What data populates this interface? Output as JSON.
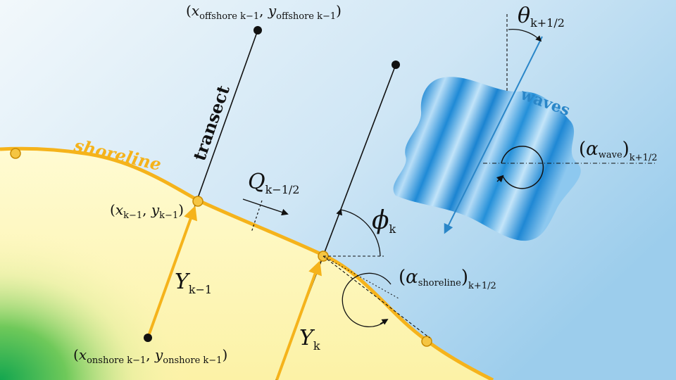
{
  "labels": {
    "shoreline": "shoreline",
    "transect": "transect",
    "waves": "waves"
  },
  "math": {
    "offshore_point": {
      "open": "(",
      "x": "x",
      "x_sub": "offshore k−1",
      "comma": ", ",
      "y": "y",
      "y_sub": "offshore k−1",
      "close": ")"
    },
    "onshore_point": {
      "open": "(",
      "x": "x",
      "x_sub": "onshore k−1",
      "comma": ", ",
      "y": "y",
      "y_sub": "onshore k−1",
      "close": ")"
    },
    "shore_point": {
      "open": "(",
      "x": "x",
      "x_sub": "k−1",
      "comma": ", ",
      "y": "y",
      "y_sub": "k−1",
      "close": ")"
    },
    "Q": {
      "main": "Q",
      "sub": "k−1/2"
    },
    "Y_prev": {
      "main": "Y",
      "sub": "k−1"
    },
    "Y_k": {
      "main": "Y",
      "sub": "k"
    },
    "phi": {
      "main": "ϕ",
      "sub": "k"
    },
    "theta": {
      "main": "θ",
      "sub": "k+1/2"
    },
    "alpha_wave": {
      "open": "(",
      "main": "α",
      "inner_sub": "wave",
      "close": ")",
      "sub": "k+1/2"
    },
    "alpha_shoreline": {
      "open": "(",
      "main": "α",
      "inner_sub": "shoreline",
      "close": ")",
      "sub": "k+1/2"
    }
  },
  "colors": {
    "sky_top": "#a9d3ee",
    "sky_bottom": "#f2f8fb",
    "land": "#fdf6b8",
    "shoreline": "#f5b31b",
    "arrow": "#f5b31b",
    "wave_dark": "#1f8fd9",
    "wave_light": "#b6def7",
    "waves_label": "#2a86c8",
    "grass": "#1fb35a"
  }
}
